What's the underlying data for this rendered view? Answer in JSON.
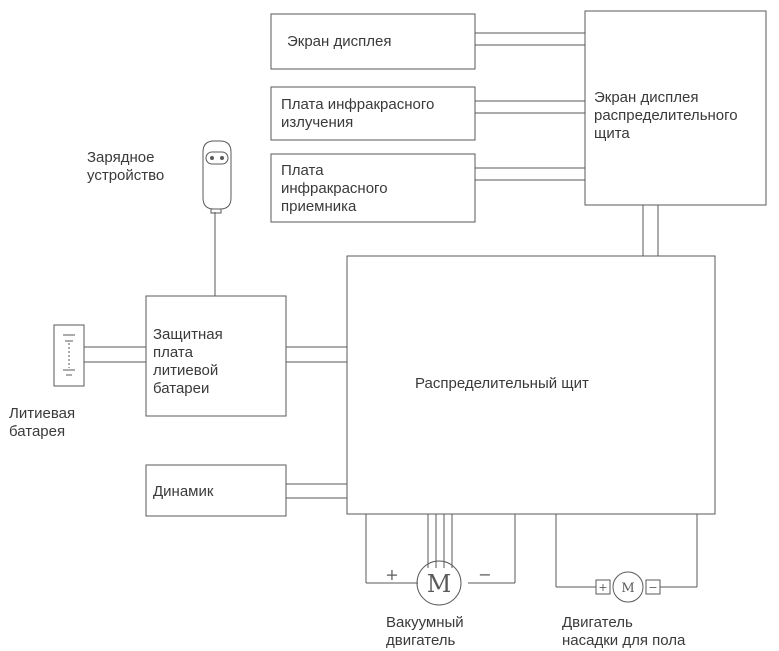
{
  "blocks": {
    "display_screen": "Экран дисплея",
    "ir_emitter_board": [
      "Плата инфракрасного",
      "излучения"
    ],
    "ir_receiver_board": [
      "Плата",
      "инфракрасного",
      "приемника"
    ],
    "display_distribution_screen": [
      "Экран дисплея",
      "распределительного",
      "щита"
    ],
    "battery_protection_board": [
      "Защитная",
      "плата",
      "литиевой",
      "батареи"
    ],
    "distribution_board": "Распределительный щит",
    "speaker": "Динамик"
  },
  "components": {
    "charger": [
      "Зарядное",
      "устройство"
    ],
    "lithium_battery": [
      "Литиевая",
      "батарея"
    ],
    "vacuum_motor": [
      "Вакуумный",
      "двигатель"
    ],
    "floor_nozzle_motor": [
      "Двигатель",
      "насадки для пола"
    ]
  },
  "symbols": {
    "motor_letter": "M",
    "plus": "+",
    "minus": "−"
  },
  "colors": {
    "line": "#5a5a5a",
    "text": "#3a3a3a",
    "background": "#ffffff"
  }
}
